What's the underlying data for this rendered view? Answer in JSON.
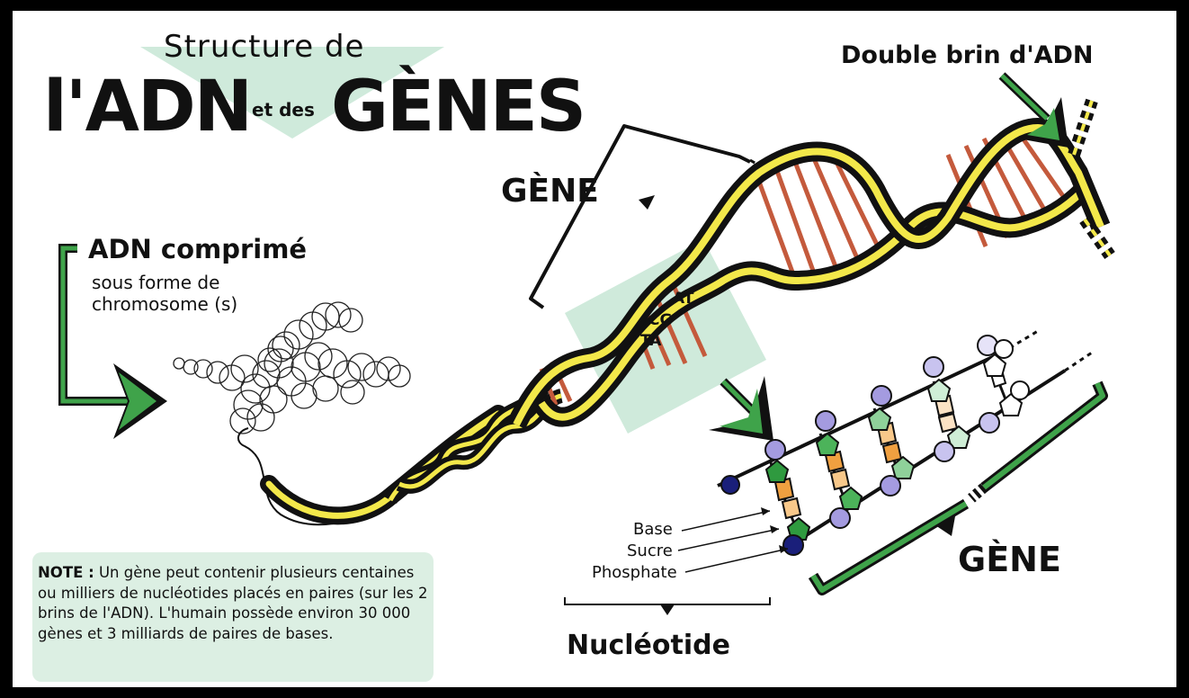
{
  "title": {
    "line1": "Structure de",
    "adn": "l'ADN",
    "connector": "et des",
    "genes": "GÈNES"
  },
  "labels": {
    "double_brin": "Double brin d'ADN",
    "gene_top": "GÈNE",
    "adn_comprime": "ADN comprimé",
    "sous_forme": "sous forme de chromosome (s)",
    "pair_at": "AT",
    "pair_cg": "CG",
    "pair_ta": "TA",
    "base": "Base",
    "sucre": "Sucre",
    "phosphate": "Phosphate",
    "nucleotide": "Nucléotide",
    "gene_bottom": "GÈNE"
  },
  "note": {
    "prefix": "NOTE :",
    "text": "Un gène peut contenir plusieurs centaines ou milliers de nucléotides placés en paires (sur les 2 brins de l'ADN). L'humain possède environ 30 000 gènes et 3 milliards de paires de bases."
  },
  "colors": {
    "strand_yellow": "#f3e84a",
    "strand_outline": "#111111",
    "base_rungs": "#c45a3c",
    "accent_green": "#3fa34a",
    "highlight_green": "#cfeadb",
    "phosphate_purple": "#a49be0",
    "phosphate_dark": "#1a1f7a",
    "sugar_green": "#2f9a3f",
    "base_orange": "#f0a040",
    "note_bg": "#dcefe3"
  },
  "icons": {
    "arrow_to_chromosome": "green-chevron-arrow-icon",
    "arrow_to_strand": "green-chevron-arrow-icon",
    "arrow_to_ladder": "green-chevron-arrow-icon"
  }
}
